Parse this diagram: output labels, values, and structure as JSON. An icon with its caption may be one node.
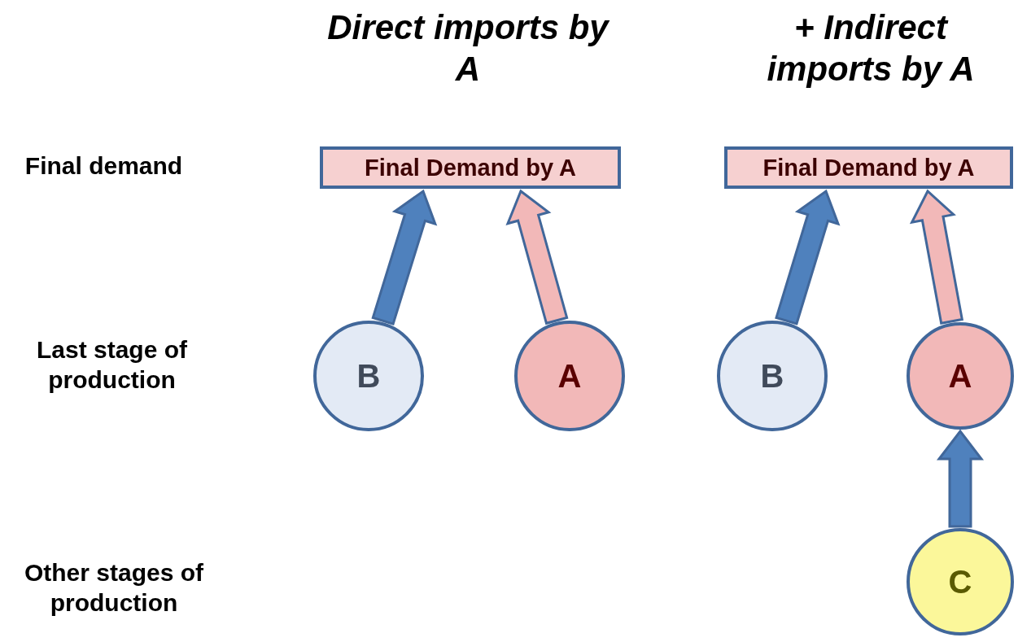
{
  "diagram": {
    "nodes": [
      {
        "text": [
          "Final Demand by A"
        ]
      },
      {
        "text": [
          "B"
        ]
      },
      {
        "text": [
          "A"
        ]
      },
      {
        "text": [
          "Final Demand by A"
        ]
      },
      {
        "text": [
          "B"
        ]
      },
      {
        "text": [
          "A"
        ]
      },
      {
        "text": [
          "C"
        ]
      }
    ],
    "edges": [
      {
        "from": 1,
        "to": 0,
        "arrow": "to",
        "style": "thick"
      },
      {
        "from": 2,
        "to": 0,
        "arrow": "to",
        "style": "thick",
        "color": "#f2b8b8"
      },
      {
        "from": 4,
        "to": 3,
        "arrow": "to",
        "style": "thick"
      },
      {
        "from": 5,
        "to": 3,
        "arrow": "to",
        "style": "thick",
        "color": "#f2b8b8"
      },
      {
        "from": 6,
        "to": 5,
        "arrow": "to",
        "style": "thick"
      }
    ],
    "labels": [
      "Direct imports by A",
      "+ Indirect imports by A",
      "Final demand",
      "Last stage of production",
      "Other stages of production"
    ]
  }
}
